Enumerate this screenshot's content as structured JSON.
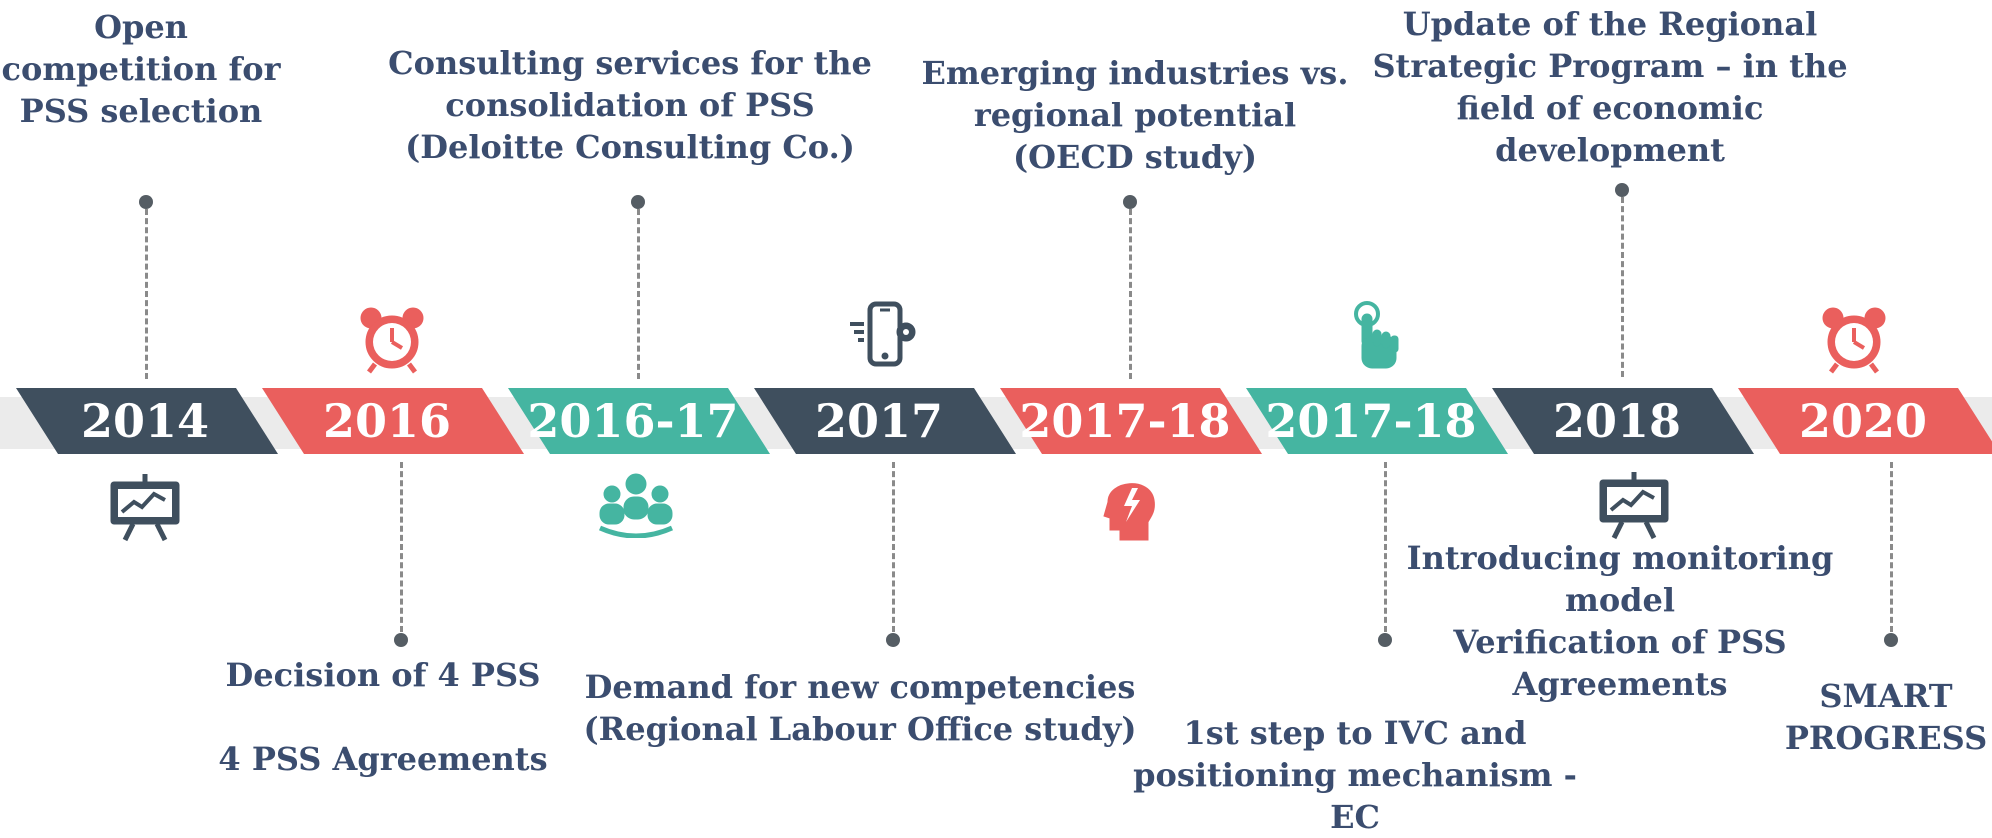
{
  "colors": {
    "dark": "#3f4f5e",
    "red": "#ea5f5d",
    "teal": "#45b5a1",
    "label": "#3b4d6f",
    "band": "#ebebeb"
  },
  "segments": [
    {
      "year": "2014",
      "color": "dark"
    },
    {
      "year": "2016",
      "color": "red"
    },
    {
      "year": "2016-17",
      "color": "teal"
    },
    {
      "year": "2017",
      "color": "dark"
    },
    {
      "year": "2017-18",
      "color": "red"
    },
    {
      "year": "2017-18",
      "color": "teal"
    },
    {
      "year": "2018",
      "color": "dark"
    },
    {
      "year": "2020",
      "color": "red"
    }
  ],
  "events_top": [
    {
      "text": "Open\ncompetition for\nPSS selection"
    },
    {
      "text": "Consulting services for the\nconsolidation of PSS\n(Deloitte Consulting Co.)"
    },
    {
      "text": "Emerging industries vs.\nregional potential\n(OECD study)"
    },
    {
      "text": "Update of the Regional\nStrategic Program – in the\nfield of economic\ndevelopment"
    }
  ],
  "events_bottom": [
    {
      "text": "Decision of 4 PSS\n\n4 PSS Agreements"
    },
    {
      "text": "Demand for new competencies\n(Regional Labour Office study)"
    },
    {
      "text": "1st step to IVC and\npositioning mechanism -\nEC"
    },
    {
      "text": "Introducing monitoring\nmodel\nVerification of PSS\nAgreements"
    },
    {
      "text": "SMART\nPROGRESS"
    }
  ],
  "icons": [
    {
      "name": "alarm-clock-icon",
      "color": "red"
    },
    {
      "name": "phone-settings-icon",
      "color": "dark"
    },
    {
      "name": "touch-hand-icon",
      "color": "teal"
    },
    {
      "name": "alarm-clock-icon",
      "color": "red"
    },
    {
      "name": "presentation-board-icon",
      "color": "dark"
    },
    {
      "name": "team-group-icon",
      "color": "teal"
    },
    {
      "name": "brain-head-icon",
      "color": "red"
    },
    {
      "name": "presentation-board-icon",
      "color": "dark"
    }
  ]
}
